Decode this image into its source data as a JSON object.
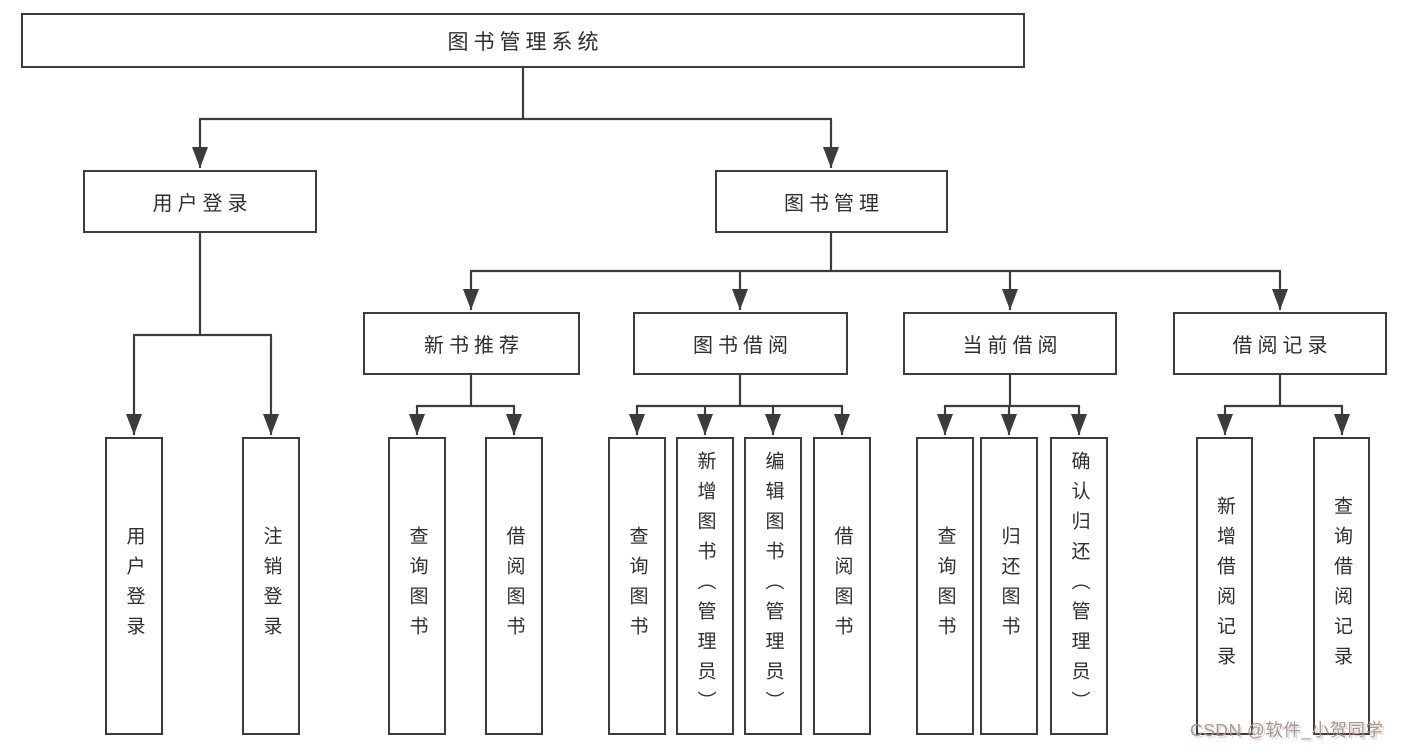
{
  "tree": {
    "root": {
      "label": "图书管理系统"
    },
    "branches": [
      {
        "label": "用户登录",
        "children": [
          "用户登录",
          "注销登录"
        ]
      },
      {
        "label": "图书管理",
        "groups": [
          {
            "label": "新书推荐",
            "children": [
              "查询图书",
              "借阅图书"
            ]
          },
          {
            "label": "图书借阅",
            "children": [
              "查询图书",
              "新增图书（管理员）",
              "编辑图书（管理员）",
              "借阅图书"
            ]
          },
          {
            "label": "当前借阅",
            "children": [
              "查询图书",
              "归还图书",
              "确认归还（管理员）"
            ]
          },
          {
            "label": "借阅记录",
            "children": [
              "新增借阅记录",
              "查询借阅记录"
            ]
          }
        ]
      }
    ]
  },
  "watermark": {
    "text": "CSDN @软件_小贺同学",
    "color": "#9c9c9c"
  },
  "colors": {
    "line": "#3c3c3c",
    "box_border": "#3c3c3c",
    "text": "#2e2e2e",
    "background": "#ffffff"
  }
}
